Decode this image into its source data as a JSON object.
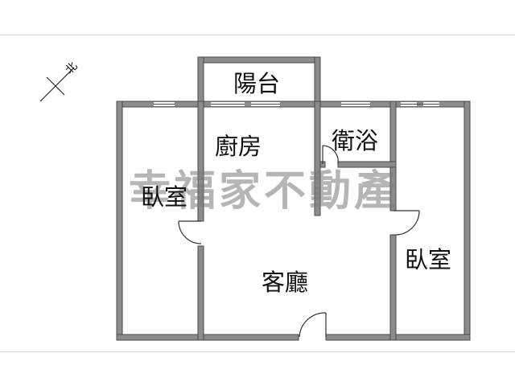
{
  "plan": {
    "rooms": {
      "balcony": "陽台",
      "kitchen": "廚房",
      "bathroom": "衛浴",
      "bedroom_left": "臥室",
      "living_room": "客廳",
      "bedroom_right": "臥室"
    },
    "compass": {
      "label": "北"
    },
    "watermark": "幸福家不動產",
    "colors": {
      "wall": "#8c8c8c",
      "wall_outline": "#4a4a4a",
      "window": "#ffffff",
      "background": "#ffffff",
      "watermark": "#888888"
    }
  }
}
